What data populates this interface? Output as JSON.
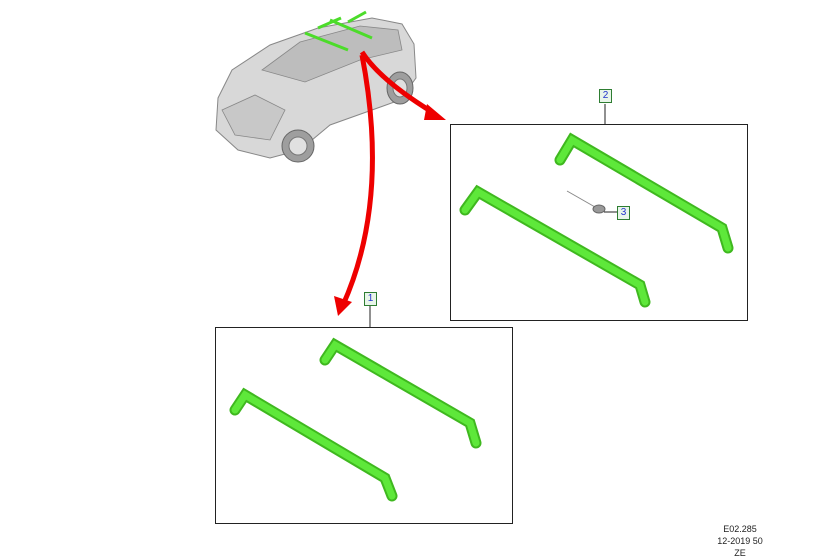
{
  "callouts": {
    "one": "1",
    "two": "2",
    "three": "3"
  },
  "reference": {
    "code": "E02.285",
    "date": "12-2019 50",
    "market": "ZE"
  },
  "colors": {
    "rack": "#4cdc2a",
    "arrow": "#ee0000",
    "frame": "#222222",
    "car": "#d4d4d4"
  }
}
